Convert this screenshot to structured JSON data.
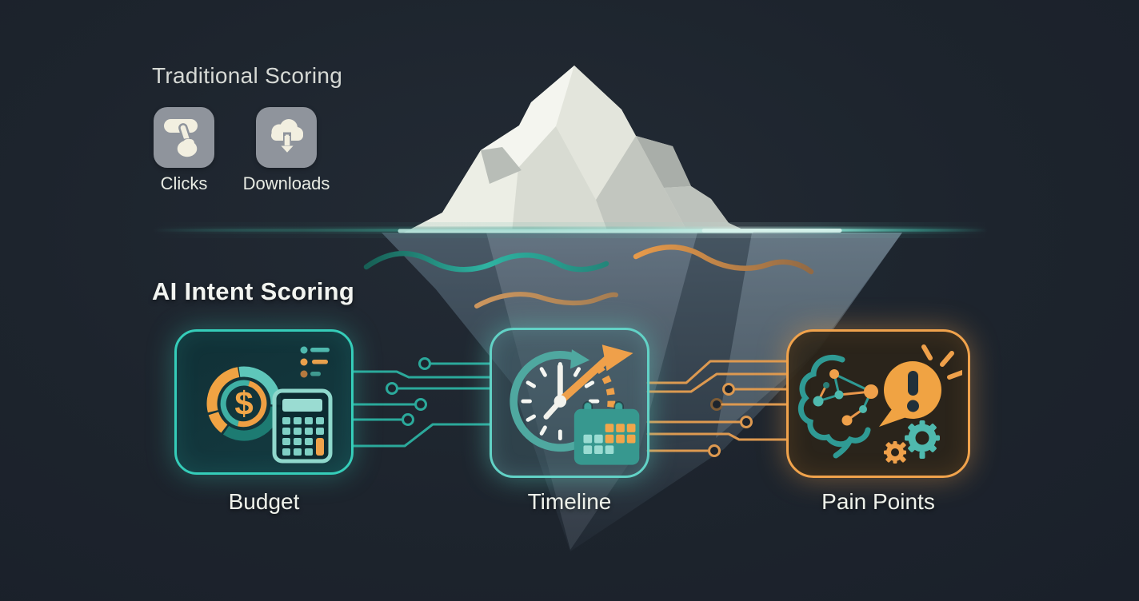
{
  "traditional": {
    "title": "Traditional Scoring",
    "items": [
      {
        "label": "Clicks",
        "icon": "click-tap-icon"
      },
      {
        "label": "Downloads",
        "icon": "cloud-download-icon"
      }
    ]
  },
  "ai": {
    "title": "AI Intent Scoring",
    "cards": [
      {
        "label": "Budget",
        "icon": "budget-donut-calculator-icon",
        "symbol": "$",
        "accent": "#35cdb9"
      },
      {
        "label": "Timeline",
        "icon": "clock-calendar-trend-icon",
        "accent": "#62d2c6"
      },
      {
        "label": "Pain Points",
        "icon": "brain-alert-gears-icon",
        "accent": "#f1a34c"
      }
    ]
  },
  "scene": {
    "elements": [
      "iceberg-above-water",
      "iceberg-submerged",
      "waterline",
      "underwater-waves",
      "circuit-traces"
    ],
    "colors": {
      "background": "#1d242d",
      "teal_accent": "#35cdb9",
      "orange_accent": "#f0a343",
      "ice_white": "#eceee5",
      "submerged_ice": "#5f7180",
      "tile_gray": "#8f949c"
    }
  }
}
